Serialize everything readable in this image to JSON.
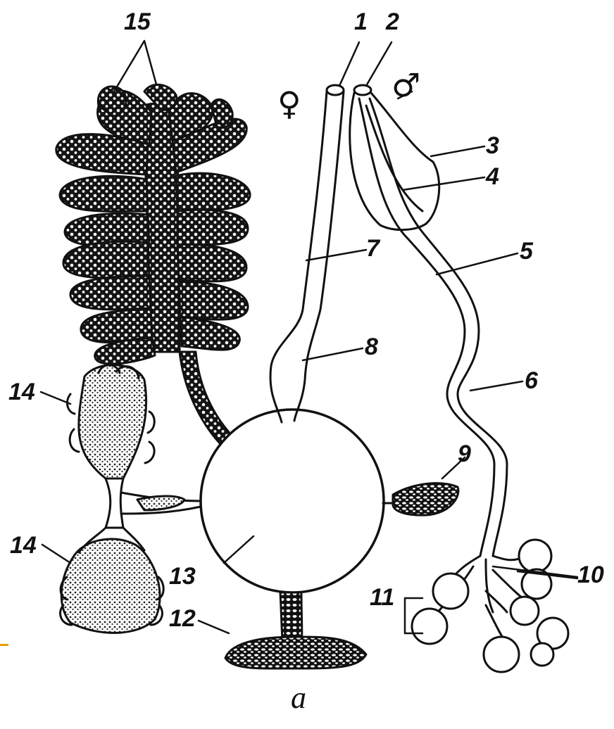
{
  "labels": {
    "n1": "1",
    "n2": "2",
    "n3": "3",
    "n4": "4",
    "n5": "5",
    "n6": "6",
    "n7": "7",
    "n8": "8",
    "n9": "9",
    "n10": "10",
    "n11": "11",
    "n12": "12",
    "n13": "13",
    "n14a": "14",
    "n14b": "14",
    "n15": "15"
  },
  "symbols": {
    "female": "♀",
    "male": "♂"
  },
  "caption": "a",
  "colors": {
    "ink": "#111111",
    "accent": "#e8a000",
    "background": "#ffffff"
  }
}
